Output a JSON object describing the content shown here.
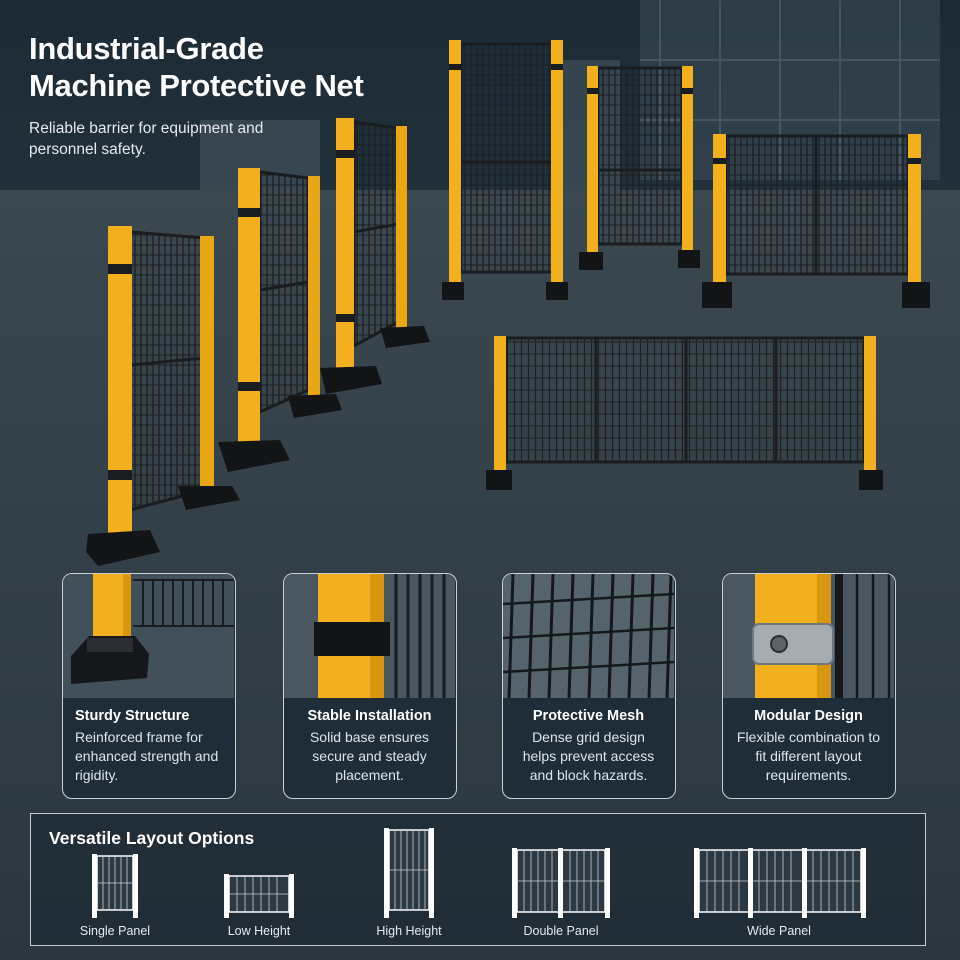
{
  "hero": {
    "title_line1": "Industrial-Grade",
    "title_line2": "Machine Protective Net",
    "subtitle": "Reliable barrier for equipment and personnel safety."
  },
  "features": [
    {
      "title": "Sturdy Structure",
      "description": "Reinforced frame for enhanced strength and rigidity."
    },
    {
      "title": "Stable Installation",
      "description": "Solid base ensures secure and steady placement."
    },
    {
      "title": "Protective Mesh",
      "description": "Dense grid design helps prevent access and block hazards."
    },
    {
      "title": "Modular Design",
      "description": "Flexible combination to fit different layout requirements."
    }
  ],
  "layout_options": {
    "title": "Versatile Layout Options",
    "items": [
      {
        "label": "Single Panel"
      },
      {
        "label": "Low Height"
      },
      {
        "label": "High Height"
      },
      {
        "label": "Double Panel"
      },
      {
        "label": "Wide Panel"
      }
    ]
  },
  "colors": {
    "post_yellow": "#f2b01e",
    "mesh_dark": "#1a1d20",
    "background": "#24323c",
    "card_border": "#c9d1d6"
  }
}
